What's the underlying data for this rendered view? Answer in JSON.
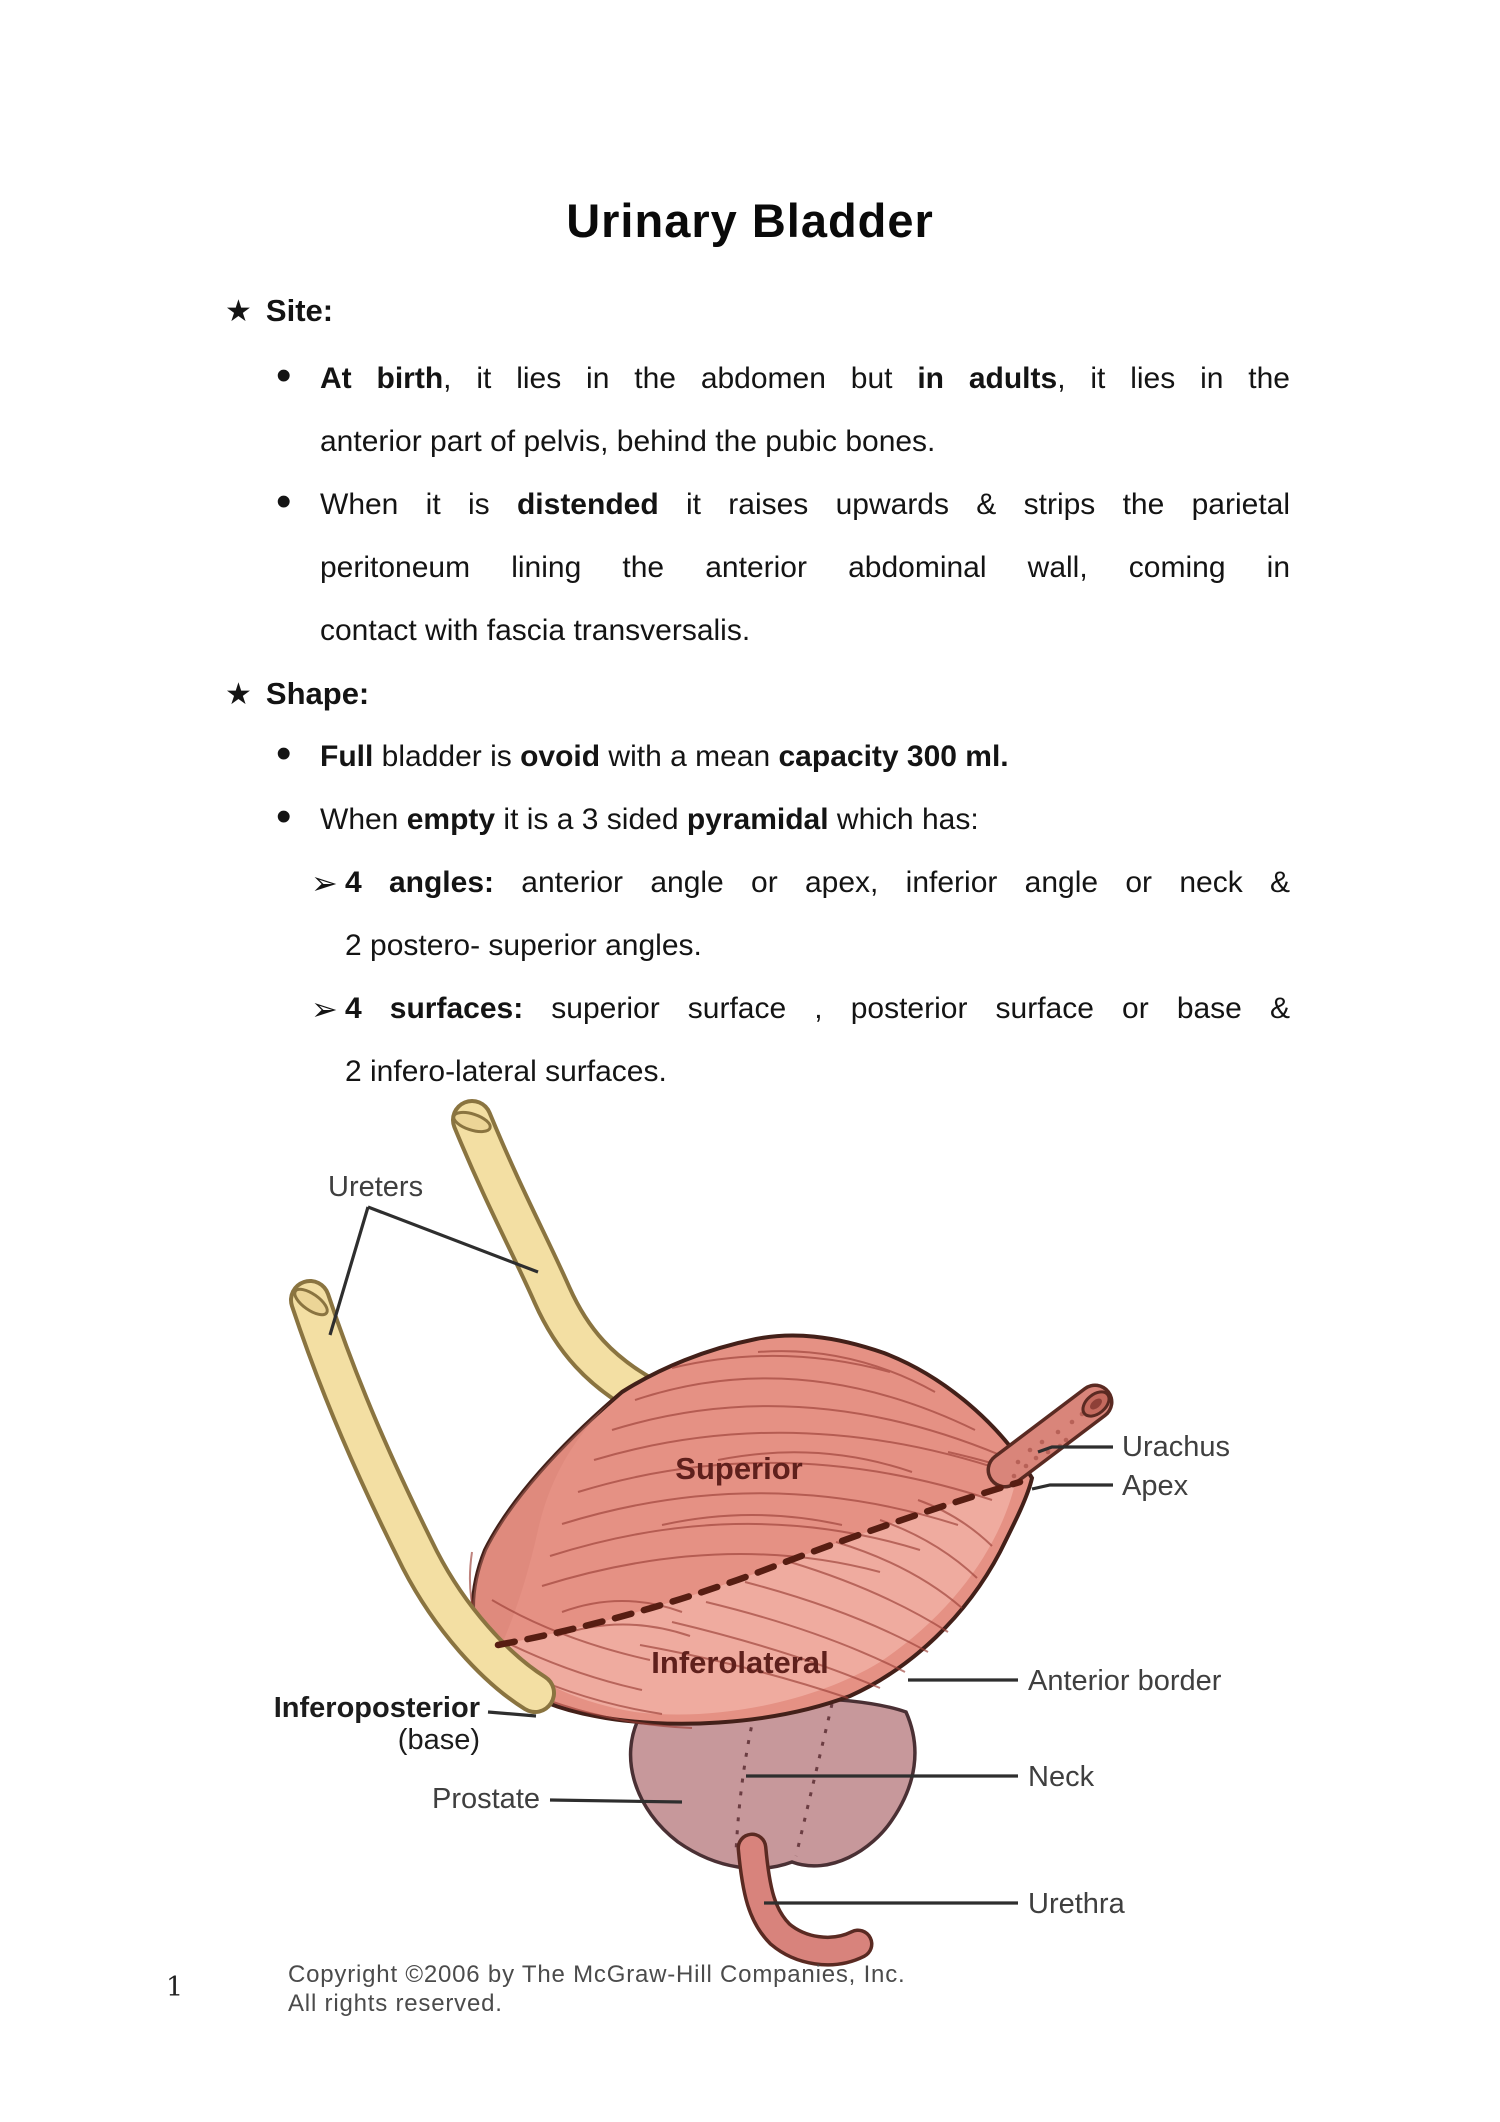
{
  "page": {
    "title": "Urinary Bladder",
    "page_number": "1",
    "copyright_line1": "Copyright ©2006 by The McGraw-Hill Companies, Inc.",
    "copyright_line2": "All rights reserved."
  },
  "markers": {
    "star": "★",
    "bullet": "•",
    "arrow": "➢"
  },
  "content": {
    "site_heading": "Site:",
    "shape_heading": "Shape:",
    "lines": [
      {
        "segs": [
          {
            "t": "At birth"
          },
          {
            "t": ", it lies in the abdomen but "
          },
          {
            "t": "in adults"
          },
          {
            "t": ", it lies in the"
          }
        ]
      },
      {
        "segs": [
          {
            "t": "anterior part of pelvis, behind the pubic bones."
          }
        ]
      },
      {
        "segs": [
          {
            "t": "When it is "
          },
          {
            "t": "distended"
          },
          {
            "t": " it raises upwards & strips the parietal"
          }
        ]
      },
      {
        "segs": [
          {
            "t": "peritoneum lining the anterior abdominal wall, coming in"
          }
        ]
      },
      {
        "segs": [
          {
            "t": "contact with fascia transversalis."
          }
        ]
      },
      {
        "segs": [
          {
            "t": "Full"
          },
          {
            "t": " bladder is "
          },
          {
            "t": "ovoid"
          },
          {
            "t": " with a mean "
          },
          {
            "t": "capacity 300 ml."
          }
        ]
      },
      {
        "segs": [
          {
            "t": "When "
          },
          {
            "t": "empty"
          },
          {
            "t": " it is a 3 sided "
          },
          {
            "t": "pyramidal"
          },
          {
            "t": " which has:"
          }
        ]
      },
      {
        "segs": [
          {
            "t": "4 angles:"
          },
          {
            "t": " anterior angle or apex, inferior angle or neck &"
          }
        ]
      },
      {
        "segs": [
          {
            "t": "2 postero- superior angles."
          }
        ]
      },
      {
        "segs": [
          {
            "t": "4 surfaces:"
          },
          {
            "t": " superior surface , posterior surface or base &"
          }
        ]
      },
      {
        "segs": [
          {
            "t": "2 infero-lateral surfaces."
          }
        ]
      }
    ]
  },
  "diagram": {
    "labels": {
      "ureters": "Ureters",
      "superior": "Superior",
      "urachus": "Urachus",
      "apex": "Apex",
      "inferolateral": "Inferolateral",
      "anterior_border": "Anterior border",
      "inferoposterior": "Inferoposterior",
      "base": "(base)",
      "neck": "Neck",
      "prostate": "Prostate",
      "urethra": "Urethra"
    },
    "colors": {
      "bladder": "#e59184",
      "bladder_light": "#f2b4a8",
      "ureter": "#f3dfa3",
      "prostate": "#c7989b",
      "urethra": "#d8837c",
      "urachus": "#d9857a",
      "fiber": "#9c4038"
    }
  }
}
